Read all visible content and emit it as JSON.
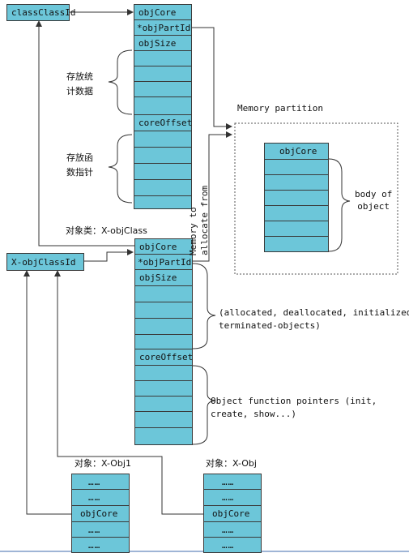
{
  "id_boxes": {
    "class_class_id": "classClassId",
    "x_obj_class_id": "X-objClassId"
  },
  "upper_stack": {
    "obj_core": "objCore",
    "obj_part_id": "*objPartId",
    "obj_size": "objSize",
    "core_offset": "coreOffset"
  },
  "upper_brace_labels": {
    "stats": "存放统\n计数据",
    "funcs": "存放函\n数指针"
  },
  "class_caption": "对象类：X-objClass",
  "lower_stack": {
    "obj_core": "objCore",
    "obj_part_id": "*objPartId",
    "obj_size": "objSize",
    "core_offset": "coreOffset"
  },
  "lower_brace_labels": {
    "counters": "(allocated, deallocated, initialized,\nterminated-objects)",
    "functions": "Object function pointers (init,\ncreate, show...)"
  },
  "memory_to_allocate_label": "Memory to\nallocate from",
  "memory_partition": {
    "title": "Memory partition",
    "obj_core": "objCore",
    "body_label": "body of\nobject"
  },
  "object1": {
    "caption": "对象：X-Obj1",
    "dots": "……",
    "obj_core": "objCore"
  },
  "object2": {
    "caption": "对象：X-Obj",
    "dots": "……",
    "obj_core": "objCore"
  },
  "colors": {
    "cell_fill": "#6cc6d9",
    "border": "#3a3a3a",
    "line": "#333333"
  }
}
